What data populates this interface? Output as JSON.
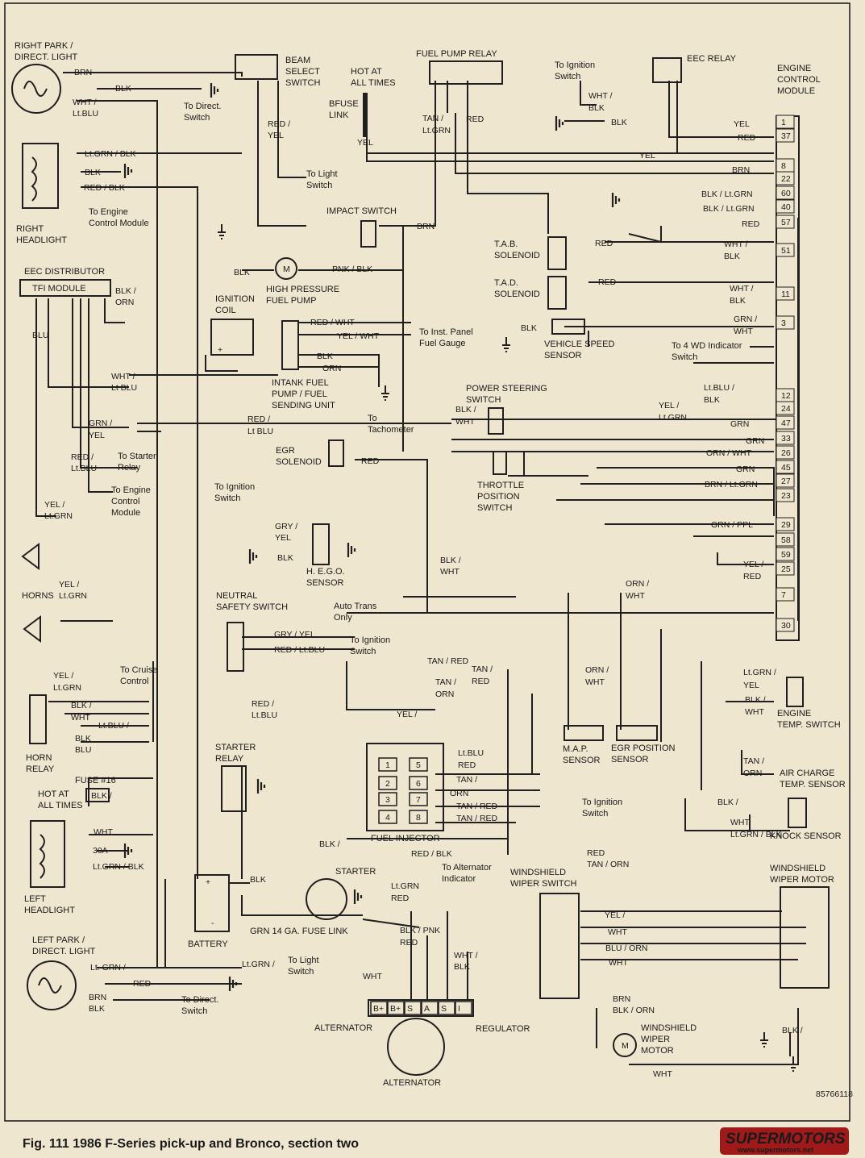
{
  "figure": {
    "caption": "Fig. 111  1986 F-Series pick-up and Bronco, section two",
    "ref_number": "85766118"
  },
  "logo": {
    "name": "SUPERMOTORS",
    "url": "www.supermotors.net"
  },
  "components": [
    {
      "id": "right-park-light",
      "lines": [
        "RIGHT PARK /",
        "DIRECT. LIGHT"
      ]
    },
    {
      "id": "beam-select-switch",
      "lines": [
        "BEAM",
        "SELECT",
        "SWITCH"
      ]
    },
    {
      "id": "hot-at-all-times-top",
      "lines": [
        "HOT AT",
        "ALL TIMES"
      ]
    },
    {
      "id": "bfuse-link",
      "lines": [
        "BFUSE",
        "LINK"
      ]
    },
    {
      "id": "fuel-pump-relay",
      "lines": [
        "FUEL PUMP RELAY"
      ]
    },
    {
      "id": "to-ignition-switch-top",
      "lines": [
        "To Ignition",
        "Switch"
      ]
    },
    {
      "id": "eec-relay",
      "lines": [
        "EEC RELAY"
      ]
    },
    {
      "id": "engine-control-module",
      "lines": [
        "ENGINE",
        "CONTROL",
        "MODULE"
      ]
    },
    {
      "id": "to-direct-switch-top",
      "lines": [
        "To Direct.",
        "Switch"
      ]
    },
    {
      "id": "to-light-switch-top",
      "lines": [
        "To Light",
        "Switch"
      ]
    },
    {
      "id": "right-headlight",
      "lines": [
        "RIGHT",
        "HEADLIGHT"
      ]
    },
    {
      "id": "to-ecm-upper",
      "lines": [
        "To Engine",
        "Control Module"
      ]
    },
    {
      "id": "impact-switch",
      "lines": [
        "IMPACT SWITCH"
      ]
    },
    {
      "id": "eec-distributor",
      "lines": [
        "EEC DISTRIBUTOR"
      ]
    },
    {
      "id": "tfi-module",
      "lines": [
        "TFI MODULE"
      ]
    },
    {
      "id": "high-pressure-fuel-pump",
      "lines": [
        "HIGH PRESSURE",
        "FUEL PUMP"
      ]
    },
    {
      "id": "tab-solenoid",
      "lines": [
        "T.A.B.",
        "SOLENOID"
      ]
    },
    {
      "id": "tad-solenoid",
      "lines": [
        "T.A.D.",
        "SOLENOID"
      ]
    },
    {
      "id": "ignition-coil",
      "lines": [
        "IGNITION",
        "COIL"
      ]
    },
    {
      "id": "to-inst-panel-fuel-gauge",
      "lines": [
        "To Inst. Panel",
        "Fuel Gauge"
      ]
    },
    {
      "id": "vehicle-speed-sensor",
      "lines": [
        "VEHICLE SPEED",
        "SENSOR"
      ]
    },
    {
      "id": "to-4wd-indicator",
      "lines": [
        "To 4 WD Indicator",
        "Switch"
      ]
    },
    {
      "id": "intank-fuel-pump",
      "lines": [
        "INTANK FUEL",
        "PUMP / FUEL",
        "SENDING UNIT"
      ]
    },
    {
      "id": "power-steering-switch",
      "lines": [
        "POWER STEERING",
        "SWITCH"
      ]
    },
    {
      "id": "to-tachometer",
      "lines": [
        "To",
        "Tachometer"
      ]
    },
    {
      "id": "egr-solenoid",
      "lines": [
        "EGR",
        "SOLENOID"
      ]
    },
    {
      "id": "to-starter-relay",
      "lines": [
        "To Starter",
        "Relay"
      ]
    },
    {
      "id": "throttle-position-switch",
      "lines": [
        "THROTTLE",
        "POSITION",
        "SWITCH"
      ]
    },
    {
      "id": "to-ignition-switch-mid",
      "lines": [
        "To Ignition",
        "Switch"
      ]
    },
    {
      "id": "to-ecm-lower",
      "lines": [
        "To Engine",
        "Control",
        "Module"
      ]
    },
    {
      "id": "hego-sensor",
      "lines": [
        "H. E.G.O.",
        "SENSOR"
      ]
    },
    {
      "id": "horns",
      "lines": [
        "HORNS"
      ]
    },
    {
      "id": "neutral-safety-switch",
      "lines": [
        "NEUTRAL",
        "SAFETY SWITCH"
      ]
    },
    {
      "id": "auto-trans-only",
      "lines": [
        "Auto Trans",
        "Only"
      ]
    },
    {
      "id": "to-ignition-switch-nss",
      "lines": [
        "To Ignition",
        "Switch"
      ]
    },
    {
      "id": "to-cruise-control",
      "lines": [
        "To Cruise",
        "Control"
      ]
    },
    {
      "id": "engine-temp-switch",
      "lines": [
        "ENGINE",
        "TEMP. SWITCH"
      ]
    },
    {
      "id": "horn-relay",
      "lines": [
        "HORN",
        "RELAY"
      ]
    },
    {
      "id": "starter-relay",
      "lines": [
        "STARTER",
        "RELAY"
      ]
    },
    {
      "id": "map-sensor",
      "lines": [
        "M.A.P.",
        "SENSOR"
      ]
    },
    {
      "id": "egr-position-sensor",
      "lines": [
        "EGR POSITION",
        "SENSOR"
      ]
    },
    {
      "id": "air-charge-temp-sensor",
      "lines": [
        "AIR CHARGE",
        "TEMP. SENSOR"
      ]
    },
    {
      "id": "fuse-16",
      "lines": [
        "FUSE #16"
      ]
    },
    {
      "id": "hot-at-all-times-bottom",
      "lines": [
        "HOT AT",
        "ALL TIMES"
      ]
    },
    {
      "id": "to-ignition-switch-low",
      "lines": [
        "To Ignition",
        "Switch"
      ]
    },
    {
      "id": "knock-sensor",
      "lines": [
        "KNOCK SENSOR"
      ]
    },
    {
      "id": "fuel-injector",
      "lines": [
        "FUEL INJECTOR"
      ]
    },
    {
      "id": "left-headlight",
      "lines": [
        "LEFT",
        "HEADLIGHT"
      ]
    },
    {
      "id": "starter",
      "lines": [
        "STARTER"
      ]
    },
    {
      "id": "to-alternator-indicator",
      "lines": [
        "To Alternator",
        "Indicator"
      ]
    },
    {
      "id": "windshield-wiper-switch",
      "lines": [
        "WINDSHIELD",
        "WIPER SWITCH"
      ]
    },
    {
      "id": "windshield-wiper-motor-top",
      "lines": [
        "WINDSHIELD",
        "WIPER MOTOR"
      ]
    },
    {
      "id": "battery",
      "lines": [
        "BATTERY"
      ]
    },
    {
      "id": "fuse-link",
      "lines": [
        "GRN 14 GA. FUSE LINK"
      ]
    },
    {
      "id": "left-park-light",
      "lines": [
        "LEFT PARK /",
        "DIRECT. LIGHT"
      ]
    },
    {
      "id": "to-light-switch-bottom",
      "lines": [
        "To Light",
        "Switch"
      ]
    },
    {
      "id": "to-direct-switch-bottom",
      "lines": [
        "To Direct.",
        "Switch"
      ]
    },
    {
      "id": "alternator-label",
      "lines": [
        "ALTERNATOR"
      ]
    },
    {
      "id": "regulator",
      "lines": [
        "REGULATOR"
      ]
    },
    {
      "id": "windshield-wiper-motor-bottom",
      "lines": [
        "WINDSHIELD",
        "WIPER",
        "MOTOR"
      ]
    },
    {
      "id": "alternator-bottom",
      "lines": [
        "ALTERNATOR"
      ]
    }
  ],
  "wire_labels": [
    "BRN",
    "BLK",
    "WHT /",
    "Lt.BLU",
    "RED /",
    "YEL",
    "YEL",
    "TAN /",
    "Lt.GRN",
    "RED",
    "WHT /",
    "BLK",
    "BLK",
    "YEL",
    "RED",
    "YEL",
    "BRN",
    "BLK / Lt.GRN",
    "BLK / Lt.GRN",
    "RED",
    "WHT /",
    "BLK",
    "WHT /",
    "BLK",
    "GRN /",
    "WHT",
    "Lt.GRN / BLK",
    "BLK",
    "RED / BLK",
    "BRN",
    "BLK",
    "PNK / BLK",
    "BLK /",
    "ORN",
    "BLU",
    "RED",
    "RED",
    "RED / WHT",
    "YEL / WHT",
    "BLK",
    "BLK",
    "ORN",
    "Lt.BLU /",
    "BLK",
    "WHT /",
    "Lt BLU",
    "BLK /",
    "WHT",
    "YEL /",
    "Lt.GRN",
    "GRN",
    "GRN /",
    "YEL",
    "RED /",
    "Lt BLU",
    "GRN",
    "ORN / WHT",
    "RED",
    "GRN",
    "RED /",
    "Lt.BLU",
    "BRN / Lt.GRN",
    "YEL /",
    "Lt.GRN",
    "GRY /",
    "YEL",
    "GRN / PPL",
    "BLK",
    "BLK /",
    "WHT",
    "YEL /",
    "RED",
    "YEL /",
    "Lt.GRN",
    "ORN /",
    "WHT",
    "GRY / YEL",
    "RED / Lt.BLU",
    "TAN / RED",
    "TAN /",
    "RED",
    "ORN /",
    "WHT",
    "TAN /",
    "ORN",
    "Lt.GRN /",
    "YEL",
    "BLK /",
    "WHT",
    "YEL /",
    "Lt.GRN",
    "RED /",
    "Lt.BLU",
    "BLK /",
    "WHT",
    "Lt.BLU /",
    "BLK",
    "BLU",
    "YEL /",
    "Lt.BLU",
    "RED",
    "TAN /",
    "ORN",
    "TAN / RED",
    "TAN / RED",
    "TAN /",
    "ORN",
    "BLK /",
    "WHT",
    "Lt.GRN / BLK",
    "BLK /",
    "WHT",
    "30A",
    "Lt.GRN / BLK",
    "BLK",
    "RED / BLK",
    "RED",
    "TAN / ORN",
    "BLK /",
    "Lt.GRN",
    "RED",
    "YEL /",
    "WHT",
    "BLU / ORN",
    "WHT",
    "BLK / PNK",
    "RED",
    "WHT /",
    "BLK",
    "Lt. GRN /",
    "RED",
    "BRN",
    "BLK",
    "Lt.GRN /",
    "WHT",
    "BRN",
    "BLK / ORN",
    "BLK /",
    "WHT",
    "BLK",
    "BLK"
  ],
  "ecm_pins": [
    "1",
    "37",
    "8",
    "22",
    "60",
    "40",
    "57",
    "51",
    "11",
    "3",
    "12",
    "24",
    "47",
    "33",
    "26",
    "45",
    "27",
    "23",
    "29",
    "58",
    "59",
    "25",
    "7",
    "30"
  ],
  "injector_pins": [
    "1",
    "5",
    "2",
    "6",
    "3",
    "7",
    "4",
    "8"
  ],
  "alternator_terminals": [
    "B+",
    "B+",
    "S",
    "A",
    "S",
    "I"
  ],
  "symbols": [
    "M",
    "M",
    "+",
    "-",
    "+"
  ]
}
